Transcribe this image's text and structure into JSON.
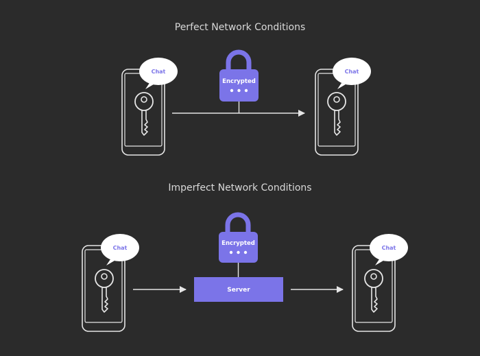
{
  "colors": {
    "background": "#2b2b2b",
    "outline": "#e6e6e6",
    "accent": "#7b74e8",
    "bubble_fill": "#ffffff",
    "bubble_text": "#7b74e8"
  },
  "sections": [
    {
      "title": "Perfect Network Conditions",
      "sender": {
        "bubble_label": "Chat",
        "icon": "key-icon"
      },
      "lock": {
        "label": "Encrypted",
        "icon": "padlock-icon"
      },
      "receiver": {
        "bubble_label": "Chat",
        "icon": "key-icon"
      }
    },
    {
      "title": "Imperfect Network Conditions",
      "sender": {
        "bubble_label": "Chat",
        "icon": "key-icon"
      },
      "lock": {
        "label": "Encrypted",
        "icon": "padlock-icon"
      },
      "server": {
        "label": "Server"
      },
      "receiver": {
        "bubble_label": "Chat",
        "icon": "key-icon"
      }
    }
  ]
}
